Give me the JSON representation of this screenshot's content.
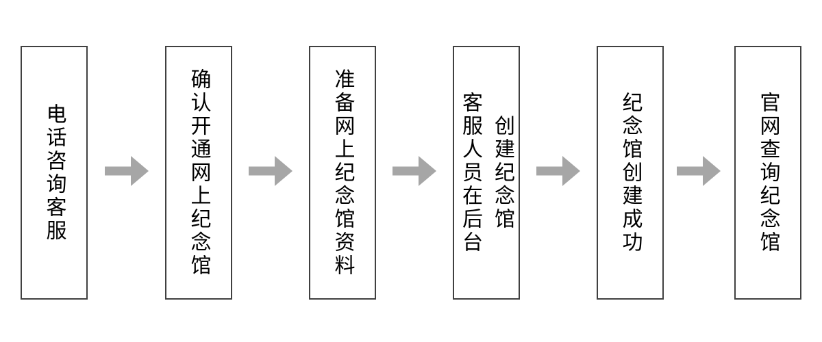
{
  "flowchart": {
    "type": "process-flow",
    "direction": "left-to-right",
    "colors": {
      "background": "#ffffff",
      "box_border": "#404040",
      "text": "#000000",
      "arrow": "#a6a6a6"
    },
    "steps": [
      {
        "id": 1,
        "lines": {
          "0": "电话咨询客服"
        }
      },
      {
        "id": 2,
        "lines": {
          "0": "确认开通网上纪念馆"
        }
      },
      {
        "id": 3,
        "lines": {
          "0": "准备网上纪念馆资料"
        }
      },
      {
        "id": 4,
        "lines": {
          "0": "客服人员在后台",
          "1": "创建纪念馆"
        }
      },
      {
        "id": 5,
        "lines": {
          "0": "纪念馆创建成功"
        }
      },
      {
        "id": 6,
        "lines": {
          "0": "官网查询纪念馆"
        }
      }
    ],
    "arrow_icon": "right-arrow"
  }
}
